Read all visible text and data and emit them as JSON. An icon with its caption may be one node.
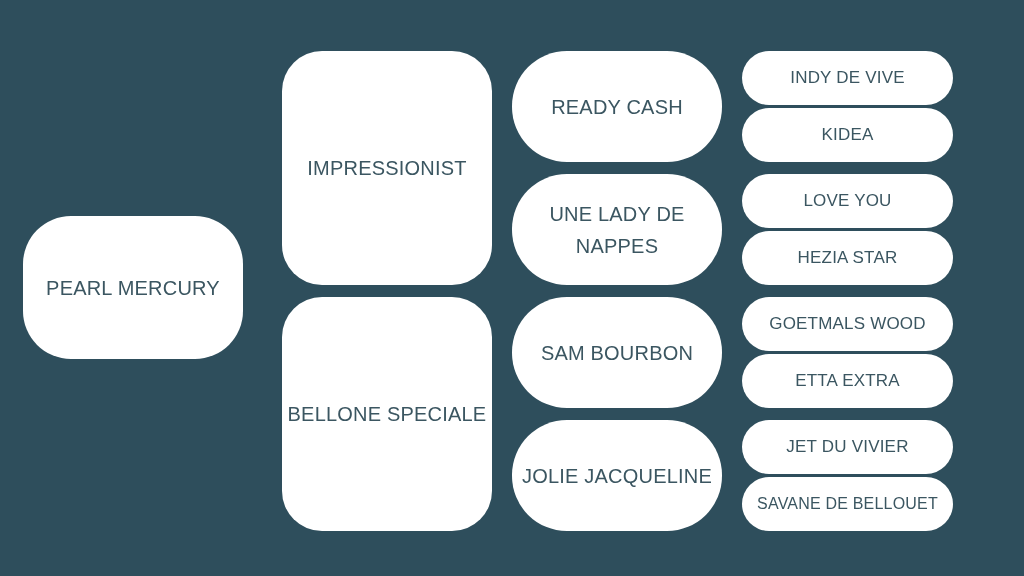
{
  "diagram": {
    "nodes": [
      {
        "text": [
          "PEARL MERCURY"
        ]
      },
      {
        "text": [
          "IMPRESSIONIST"
        ]
      },
      {
        "text": [
          "BELLONE SPECIALE"
        ]
      },
      {
        "text": [
          "READY CASH"
        ]
      },
      {
        "text": [
          "UNE LADY DE NAPPES"
        ]
      },
      {
        "text": [
          "SAM BOURBON"
        ]
      },
      {
        "text": [
          "JOLIE JACQUELINE"
        ]
      },
      {
        "text": [
          "INDY DE VIVE"
        ]
      },
      {
        "text": [
          "KIDEA"
        ]
      },
      {
        "text": [
          "LOVE YOU"
        ]
      },
      {
        "text": [
          "HEZIA STAR"
        ]
      },
      {
        "text": [
          "GOETMALS WOOD"
        ]
      },
      {
        "text": [
          "ETTA EXTRA"
        ]
      },
      {
        "text": [
          "JET DU VIVIER"
        ]
      },
      {
        "text": [
          "SAVANE DE BELLOUET"
        ]
      }
    ]
  }
}
